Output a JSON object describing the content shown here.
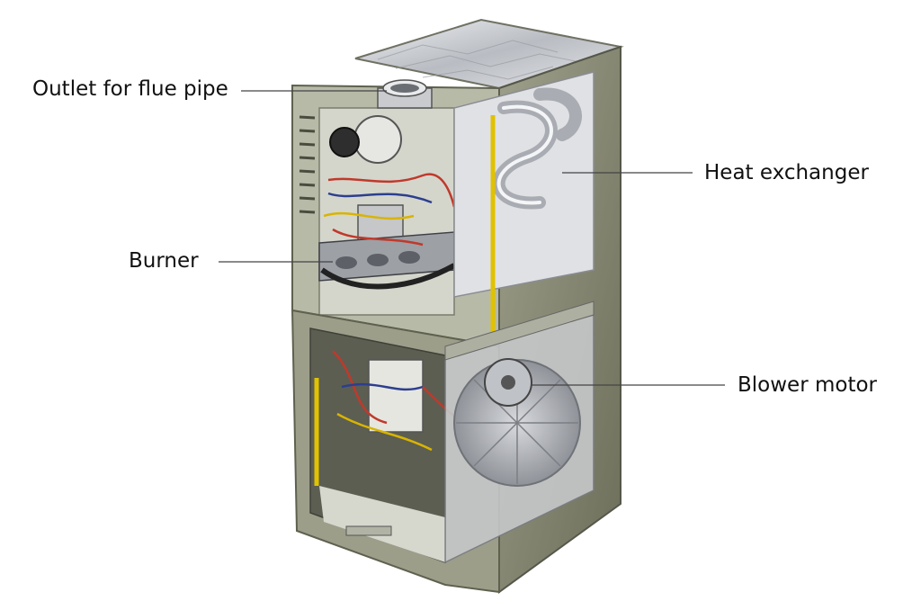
{
  "labels": {
    "outlet": "Outlet for flue pipe",
    "heat_exchanger": "Heat exchanger",
    "burner": "Burner",
    "blower_motor": "Blower motor"
  },
  "colors": {
    "cabinet": "#8a8c76",
    "cabinet_dark": "#5f614f",
    "interior": "#c9cbc0",
    "wire_red": "#c0392b",
    "wire_yellow": "#d9b400",
    "leader": "#444444"
  }
}
